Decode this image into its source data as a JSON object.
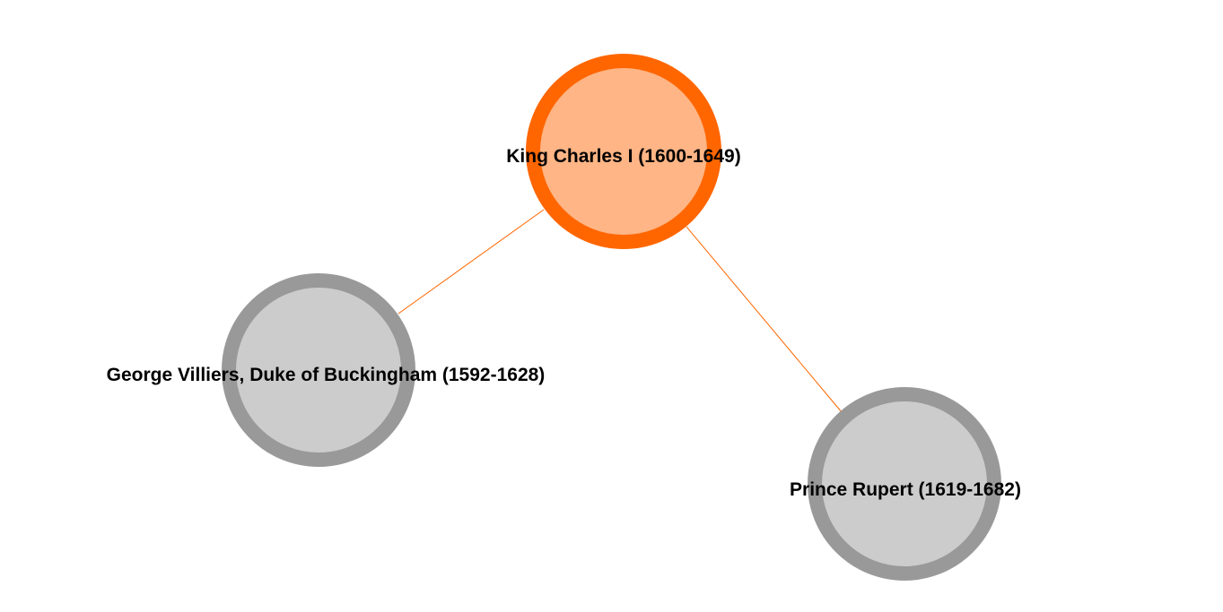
{
  "graph": {
    "nodes": [
      {
        "id": "charles",
        "label": "King Charles I (1600-1649)",
        "selected": true
      },
      {
        "id": "villiers",
        "label": "George Villiers, Duke of Buckingham (1592-1628)",
        "selected": false
      },
      {
        "id": "rupert",
        "label": "Prince Rupert (1619-1682)",
        "selected": false
      }
    ],
    "edges": [
      {
        "source": "charles",
        "target": "villiers"
      },
      {
        "source": "charles",
        "target": "rupert"
      }
    ]
  },
  "colors": {
    "selected_stroke": "#ff6600",
    "selected_fill": "#ffb585",
    "node_stroke": "#999999",
    "node_fill": "#cccccc",
    "edge": "#ff6600"
  }
}
